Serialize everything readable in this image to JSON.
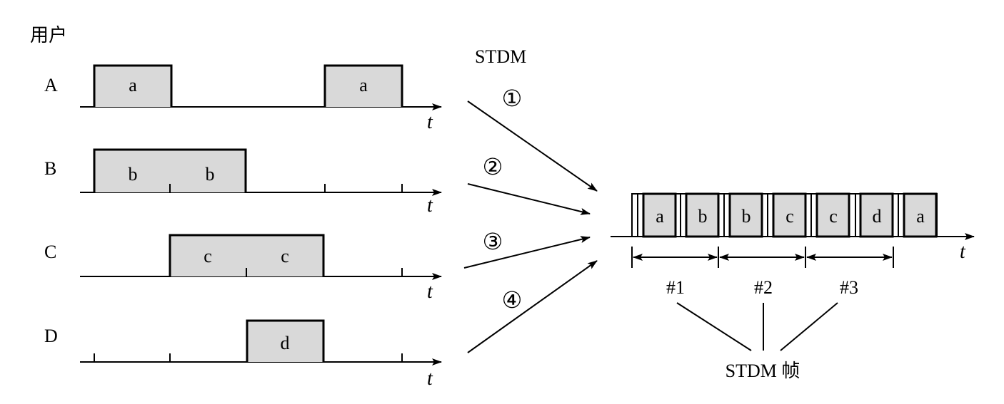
{
  "users_label": "用户",
  "stdm_label": "STDM",
  "time_label": "t",
  "users": [
    {
      "name": "A",
      "slots": [
        {
          "label": "a"
        },
        {
          "label": "a"
        }
      ]
    },
    {
      "name": "B",
      "slots": [
        {
          "label": "b"
        },
        {
          "label": "b"
        }
      ]
    },
    {
      "name": "C",
      "slots": [
        {
          "label": "c"
        },
        {
          "label": "c"
        }
      ]
    },
    {
      "name": "D",
      "slots": [
        {
          "label": "d"
        }
      ]
    }
  ],
  "channels": [
    "①",
    "②",
    "③",
    "④"
  ],
  "frame_slots": [
    "a",
    "b",
    "b",
    "c",
    "c",
    "d",
    "a"
  ],
  "frame_numbers": [
    "#1",
    "#2",
    "#3"
  ],
  "frame_caption": "STDM 帧"
}
